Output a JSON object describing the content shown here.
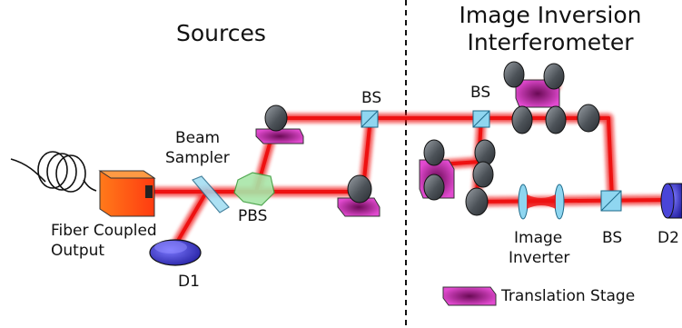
{
  "titles": {
    "sources": "Sources",
    "interferometer_line1": "Image Inversion",
    "interferometer_line2": "Interferometer"
  },
  "labels": {
    "beam_sampler_line1": "Beam",
    "beam_sampler_line2": "Sampler",
    "fiber_line1": "Fiber Coupled",
    "fiber_line2": "Output",
    "pbs": "PBS",
    "bs_top_left": "BS",
    "bs_top_right": "BS",
    "bs_bottom": "BS",
    "d1": "D1",
    "d2": "D2",
    "image_inverter_line1": "Image",
    "image_inverter_line2": "Inverter",
    "translation_stage": "Translation Stage"
  },
  "colors": {
    "beam": "#ee1111",
    "stage": "#cc1199",
    "mirror": "#555a60",
    "splitter": "#7fd0ee",
    "pbs": "#8fdc8f",
    "detector": "#3b36c4",
    "fiber_box": "#ff5511"
  }
}
